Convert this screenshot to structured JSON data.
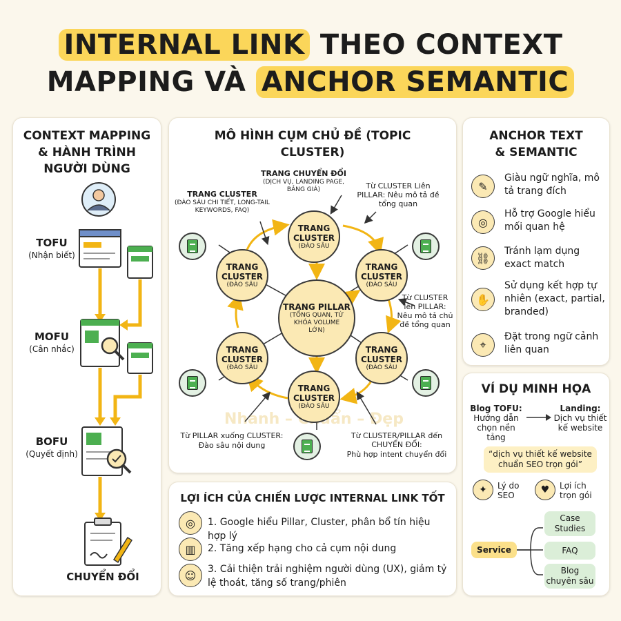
{
  "title": {
    "line1_hl": "INTERNAL LINK",
    "line1_rest": "THEO CONTEXT",
    "line2_rest": "MAPPING VÀ",
    "line2_hl": "ANCHOR SEMANTIC"
  },
  "left": {
    "title": "CONTEXT MAPPING & HÀNH TRÌNH NGƯỜI DÙNG",
    "tofu": "TOFU",
    "tofu_sub": "(Nhận biết)",
    "mofu": "MOFU",
    "mofu_sub": "(Cân nhắc)",
    "bofu": "BOFU",
    "bofu_sub": "(Quyết định)",
    "convert": "CHUYỂN ĐỔI"
  },
  "center": {
    "title": "MÔ HÌNH CỤM CHỦ ĐỀ (TOPIC CLUSTER)",
    "pillar_title": "TRANG PILLAR",
    "pillar_sub": "(TỔNG QUAN, TỪ KHÓA VOLUME LỚN)",
    "cluster_title": "TRANG CLUSTER",
    "cluster_sub": "(ĐÀO SÂU",
    "lbl_convert_title": "TRANG CHUYỂN ĐỔI",
    "lbl_convert_sub": "(DỊCH VỤ, LANDING PAGE, BẢNG GIÁ)",
    "lbl_cluster_title": "TRANG CLUSTER",
    "lbl_cluster_sub": "(ĐÀO SÂU CHI TIẾT, LONG-TAIL KEYWORDS, FAQ)",
    "note_top_right": "Từ CLUSTER Liên PILLAR: Nêu mô tả đề tổng quan",
    "note_right_a": "Từ CLUSTER",
    "note_right_b": "lên PILLAR:",
    "note_right_c": "Nêu mô tả chủ đề tổng quan",
    "note_bottom_left_a": "Từ PILLAR xuống CLUSTER:",
    "note_bottom_left_b": "Đào sâu nội dung",
    "note_bottom_right_a": "Từ CLUSTER/PILLAR đến CHUYỂN ĐỔI:",
    "note_bottom_right_b": "Phù hợp intent chuyển đổi"
  },
  "benefits": {
    "title": "LỢI ÍCH CỦA CHIẾN LƯỢC INTERNAL LINK TỐT",
    "items": [
      "1. Google hiểu Pillar, Cluster, phân bổ tín hiệu hợp lý",
      "2. Tăng xếp hạng cho cả cụm nội dung",
      "3. Cải thiện trải nghiệm người dùng (UX), giảm tỷ lệ thoát, tăng số trang/phiên"
    ],
    "icons": [
      "target-icon",
      "chart-icon",
      "users-icon"
    ]
  },
  "anchor": {
    "title": "ANCHOR TEXT & SEMANTIC",
    "items": [
      "Giàu ngữ nghĩa, mô tả trang đích",
      "Hỗ trợ Google hiểu mối quan hệ",
      "Tránh lạm dụng exact match",
      "Sử dụng kết hợp tự nhiên (exact, partial, branded)",
      "Đặt trong ngữ cảnh liên quan"
    ],
    "icons": [
      "pen-icon",
      "target-icon",
      "broken-link-icon",
      "hand-icon",
      "map-pin-icon"
    ]
  },
  "example": {
    "title": "VÍ DỤ MINH HỌA",
    "blog": "Blog TOFU:",
    "blog_sub": "Hướng dẫn chọn nền tảng",
    "landing": "Landing:",
    "landing_sub": "Dịch vụ thiết kế website",
    "quote": "“dịch vụ thiết kế website chuẩn SEO trọn gói”",
    "reason": "Lý do SEO",
    "benefit": "Lợi ích trọn gói",
    "service": "Service",
    "targets": [
      "Case Studies",
      "FAQ",
      "Blog chuyên sâu"
    ]
  },
  "watermark": "Nhanh – Chuẩn – Đẹp",
  "colors": {
    "accent": "#fbd65a",
    "arrow": "#f2b514",
    "green": "#4caf50",
    "bg": "#fbf7ec"
  }
}
